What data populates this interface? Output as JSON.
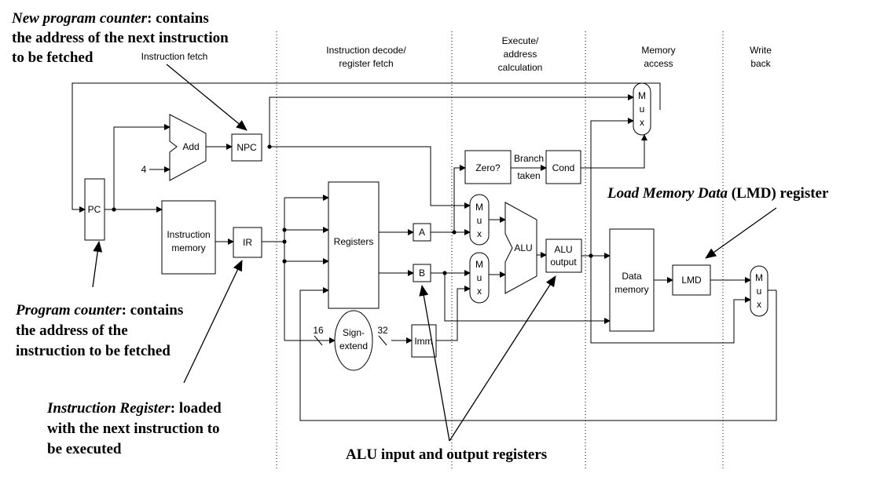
{
  "stages": {
    "fetch": "Instruction fetch",
    "decode_1": "Instruction decode/",
    "decode_2": "register fetch",
    "execute_1": "Execute/",
    "execute_2": "address",
    "execute_3": "calculation",
    "memory_1": "Memory",
    "memory_2": "access",
    "writeback_1": "Write",
    "writeback_2": "back"
  },
  "blocks": {
    "pc": "PC",
    "add": "Add",
    "four": "4",
    "npc": "NPC",
    "imem_1": "Instruction",
    "imem_2": "memory",
    "ir": "IR",
    "registers": "Registers",
    "sign_1": "Sign-",
    "sign_2": "extend",
    "bits_16": "16",
    "bits_32": "32",
    "imm": "Imm",
    "a": "A",
    "b": "B",
    "zero": "Zero?",
    "branch_1": "Branch",
    "branch_2": "taken",
    "cond": "Cond",
    "alu": "ALU",
    "aluout_1": "ALU",
    "aluout_2": "output",
    "dmem_1": "Data",
    "dmem_2": "memory",
    "lmd": "LMD",
    "mux_m": "M",
    "mux_u": "u",
    "mux_x": "x"
  },
  "annotations": {
    "npc_italic": "New program counter",
    "npc_rest": ": contains",
    "npc_line2": "the address of the next instruction",
    "npc_line3": "to be fetched",
    "pc_italic": "Program counter",
    "pc_rest": ": contains",
    "pc_line2": "the address of the",
    "pc_line3": "instruction to be fetched",
    "ir_italic": "Instruction Register",
    "ir_rest": ": loaded",
    "ir_line2": "with the next instruction to",
    "ir_line3": "be executed",
    "lmd_italic": "Load Memory Data",
    "lmd_rest": " (LMD) register",
    "alu_regs": "ALU input and output registers"
  }
}
